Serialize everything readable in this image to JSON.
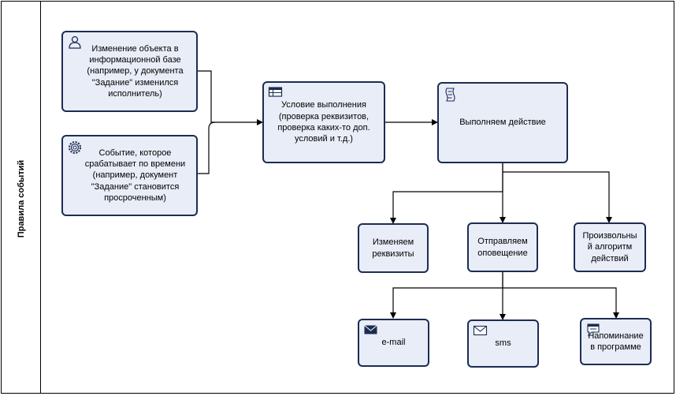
{
  "lane": {
    "title": "Правила событий"
  },
  "tasks": {
    "object_change": "Изменение объекта в информационной базе (например, у документа \"Задание\" изменился исполнитель)",
    "timer_event": "Событие, которое срабатывает по времени (например, документ \"Задание\" становится просроченным)",
    "condition": "Условие выполнения (проверка реквизитов, проверка каких-то доп. условий и т.д.)",
    "action": "Выполняем действие",
    "change_attrs": "Изменяем реквизиты",
    "send_notification": "Отправляем оповещение",
    "custom_algorithm": "Произвольны й алгоритм действий",
    "email": "e-mail",
    "sms": "sms",
    "reminder": "Напоминание в программе"
  },
  "icons": {
    "object_change": "user-icon",
    "timer_event": "gear-icon",
    "condition": "table-icon",
    "action": "script-icon",
    "email": "envelope-filled-icon",
    "sms": "envelope-outline-icon",
    "reminder": "message-icon"
  },
  "colors": {
    "task_fill": "#e9edf8",
    "task_border": "#1c2d52",
    "line": "#000000"
  }
}
